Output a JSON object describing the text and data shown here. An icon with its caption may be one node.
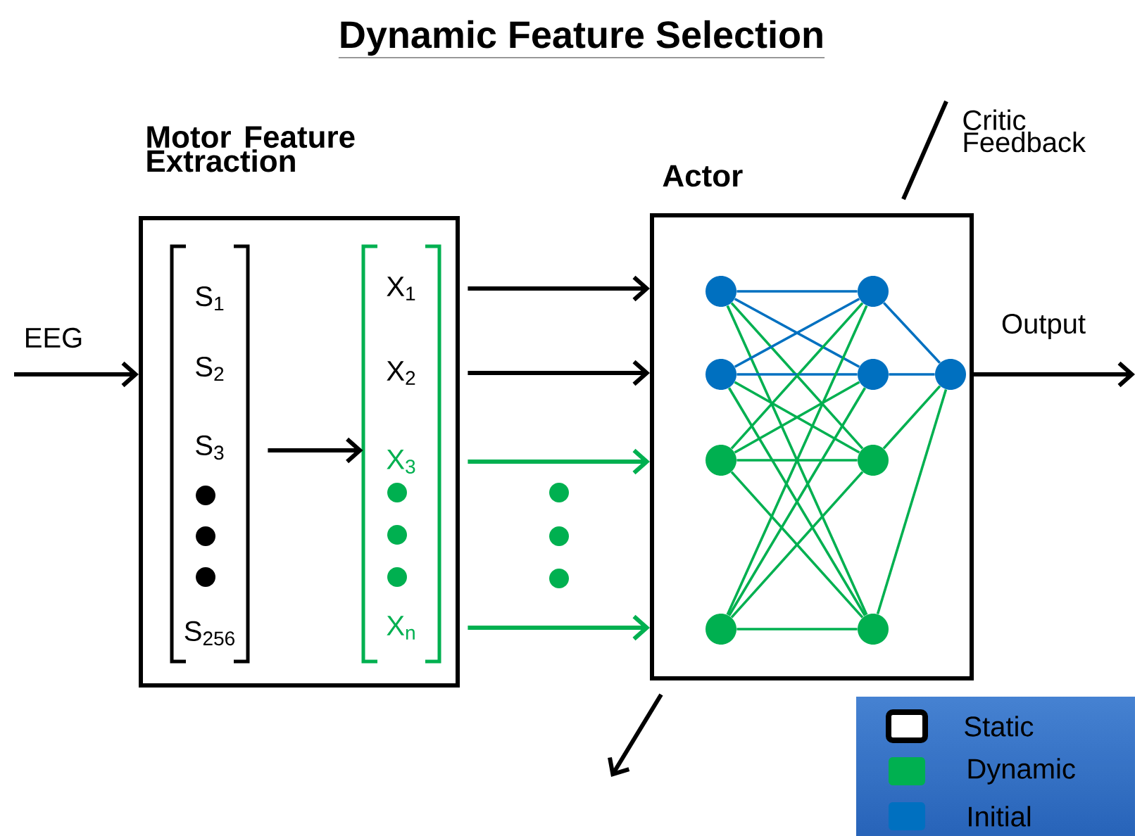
{
  "diagram": {
    "title": "Dynamic Feature Selection",
    "nodes": [
      {
        "text": [
          "Motor Feature Extraction"
        ]
      },
      {
        "text": [
          "S$_{1}$",
          "S$_{2}$",
          "S$_{3}$",
          "S$_{256}$"
        ],
        "in": 0
      },
      {
        "text": [
          "X$_{1}$",
          "X$_{2}$",
          "X$_{3}$",
          "X$_{n}$"
        ],
        "in": 0
      },
      {
        "text": [
          "Actor"
        ]
      },
      {
        "text": [],
        "shape": "circle",
        "in": 3
      },
      {
        "text": [],
        "shape": "circle",
        "in": 3
      },
      {
        "text": [],
        "shape": "circle",
        "in": 3
      },
      {
        "text": [],
        "shape": "circle",
        "in": 3
      },
      {
        "text": [],
        "shape": "circle",
        "in": 3
      },
      {
        "text": [],
        "shape": "circle",
        "in": 3
      },
      {
        "text": [],
        "shape": "circle",
        "in": 3
      },
      {
        "text": [],
        "shape": "circle",
        "in": 3
      },
      {
        "text": [],
        "shape": "circle",
        "in": 3
      },
      {
        "text": [
          "Critic Feedback"
        ]
      },
      {
        "text": [],
        "shape": "circle"
      },
      {
        "text": [],
        "shape": "circle"
      },
      {
        "text": [],
        "shape": "circle"
      }
    ],
    "edges": [
      {
        "from": null,
        "to": 0,
        "arrow": "to",
        "label": "EEG",
        "color": "#000000"
      },
      {
        "from": 1,
        "to": 2,
        "arrow": "to",
        "color": "#000000"
      },
      {
        "from": 2,
        "to": 3,
        "arrow": "to",
        "color": "#000000"
      },
      {
        "from": 2,
        "to": 3,
        "arrow": "to",
        "color": "#000000"
      },
      {
        "from": 2,
        "to": 3,
        "arrow": "to",
        "color": "#00b050"
      },
      {
        "from": 2,
        "to": 3,
        "arrow": "to",
        "color": "#00b050"
      },
      {
        "from": 3,
        "to": null,
        "arrow": "to",
        "label": "Output",
        "color": "#000000"
      },
      {
        "from": 3,
        "to": null,
        "arrow": "to",
        "color": "#000000"
      },
      {
        "from": 13,
        "to": 3,
        "arrow": "none",
        "color": "#000000"
      },
      {
        "from": 4,
        "to": 8,
        "arrow": "none",
        "color": "#0070c0"
      },
      {
        "from": 4,
        "to": 9,
        "arrow": "none",
        "color": "#0070c0"
      },
      {
        "from": 4,
        "to": 10,
        "arrow": "none",
        "color": "#00b050"
      },
      {
        "from": 4,
        "to": 11,
        "arrow": "none",
        "color": "#00b050"
      },
      {
        "from": 5,
        "to": 8,
        "arrow": "none",
        "color": "#0070c0"
      },
      {
        "from": 5,
        "to": 9,
        "arrow": "none",
        "color": "#0070c0"
      },
      {
        "from": 5,
        "to": 10,
        "arrow": "none",
        "color": "#00b050"
      },
      {
        "from": 5,
        "to": 11,
        "arrow": "none",
        "color": "#00b050"
      },
      {
        "from": 6,
        "to": 8,
        "arrow": "none",
        "color": "#00b050"
      },
      {
        "from": 6,
        "to": 9,
        "arrow": "none",
        "color": "#00b050"
      },
      {
        "from": 6,
        "to": 10,
        "arrow": "none",
        "color": "#00b050"
      },
      {
        "from": 6,
        "to": 11,
        "arrow": "none",
        "color": "#00b050"
      },
      {
        "from": 7,
        "to": 8,
        "arrow": "none",
        "color": "#00b050"
      },
      {
        "from": 7,
        "to": 9,
        "arrow": "none",
        "color": "#00b050"
      },
      {
        "from": 7,
        "to": 10,
        "arrow": "none",
        "color": "#00b050"
      },
      {
        "from": 7,
        "to": 11,
        "arrow": "none",
        "color": "#00b050"
      },
      {
        "from": 8,
        "to": 12,
        "arrow": "none",
        "color": "#0070c0"
      },
      {
        "from": 9,
        "to": 12,
        "arrow": "none",
        "color": "#0070c0"
      },
      {
        "from": 10,
        "to": 12,
        "arrow": "none",
        "color": "#00b050"
      },
      {
        "from": 11,
        "to": 12,
        "arrow": "none",
        "color": "#00b050"
      }
    ],
    "legend": [
      {
        "text": "Static",
        "color": "#ffffff"
      },
      {
        "text": "Dynamic",
        "color": "#00b050"
      },
      {
        "text": "Initial",
        "color": "#0070c0"
      }
    ]
  }
}
